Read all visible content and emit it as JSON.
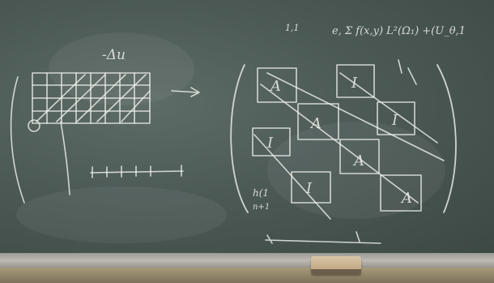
{
  "scene": {
    "kind": "classroom chalkboard photograph",
    "board_color": "#4c5955",
    "chalk_color": "#eeefeb",
    "tray_color": "#9a9a94",
    "eraser_color": "#c9b48f"
  },
  "chalk_text": {
    "operator": "-Δu",
    "top_right_formula": "e, Σ f(x,y) L²(Ω₁)  +(U_θ,1",
    "block_A1": "A",
    "block_A2": "A",
    "block_A3": "A",
    "block_A4": "A",
    "block_I1": "I",
    "block_I2": "I",
    "block_I3": "I",
    "block_I4": "I",
    "marker_1": "h(1",
    "marker_2": "n+1",
    "top_left_mark": "1,1"
  }
}
